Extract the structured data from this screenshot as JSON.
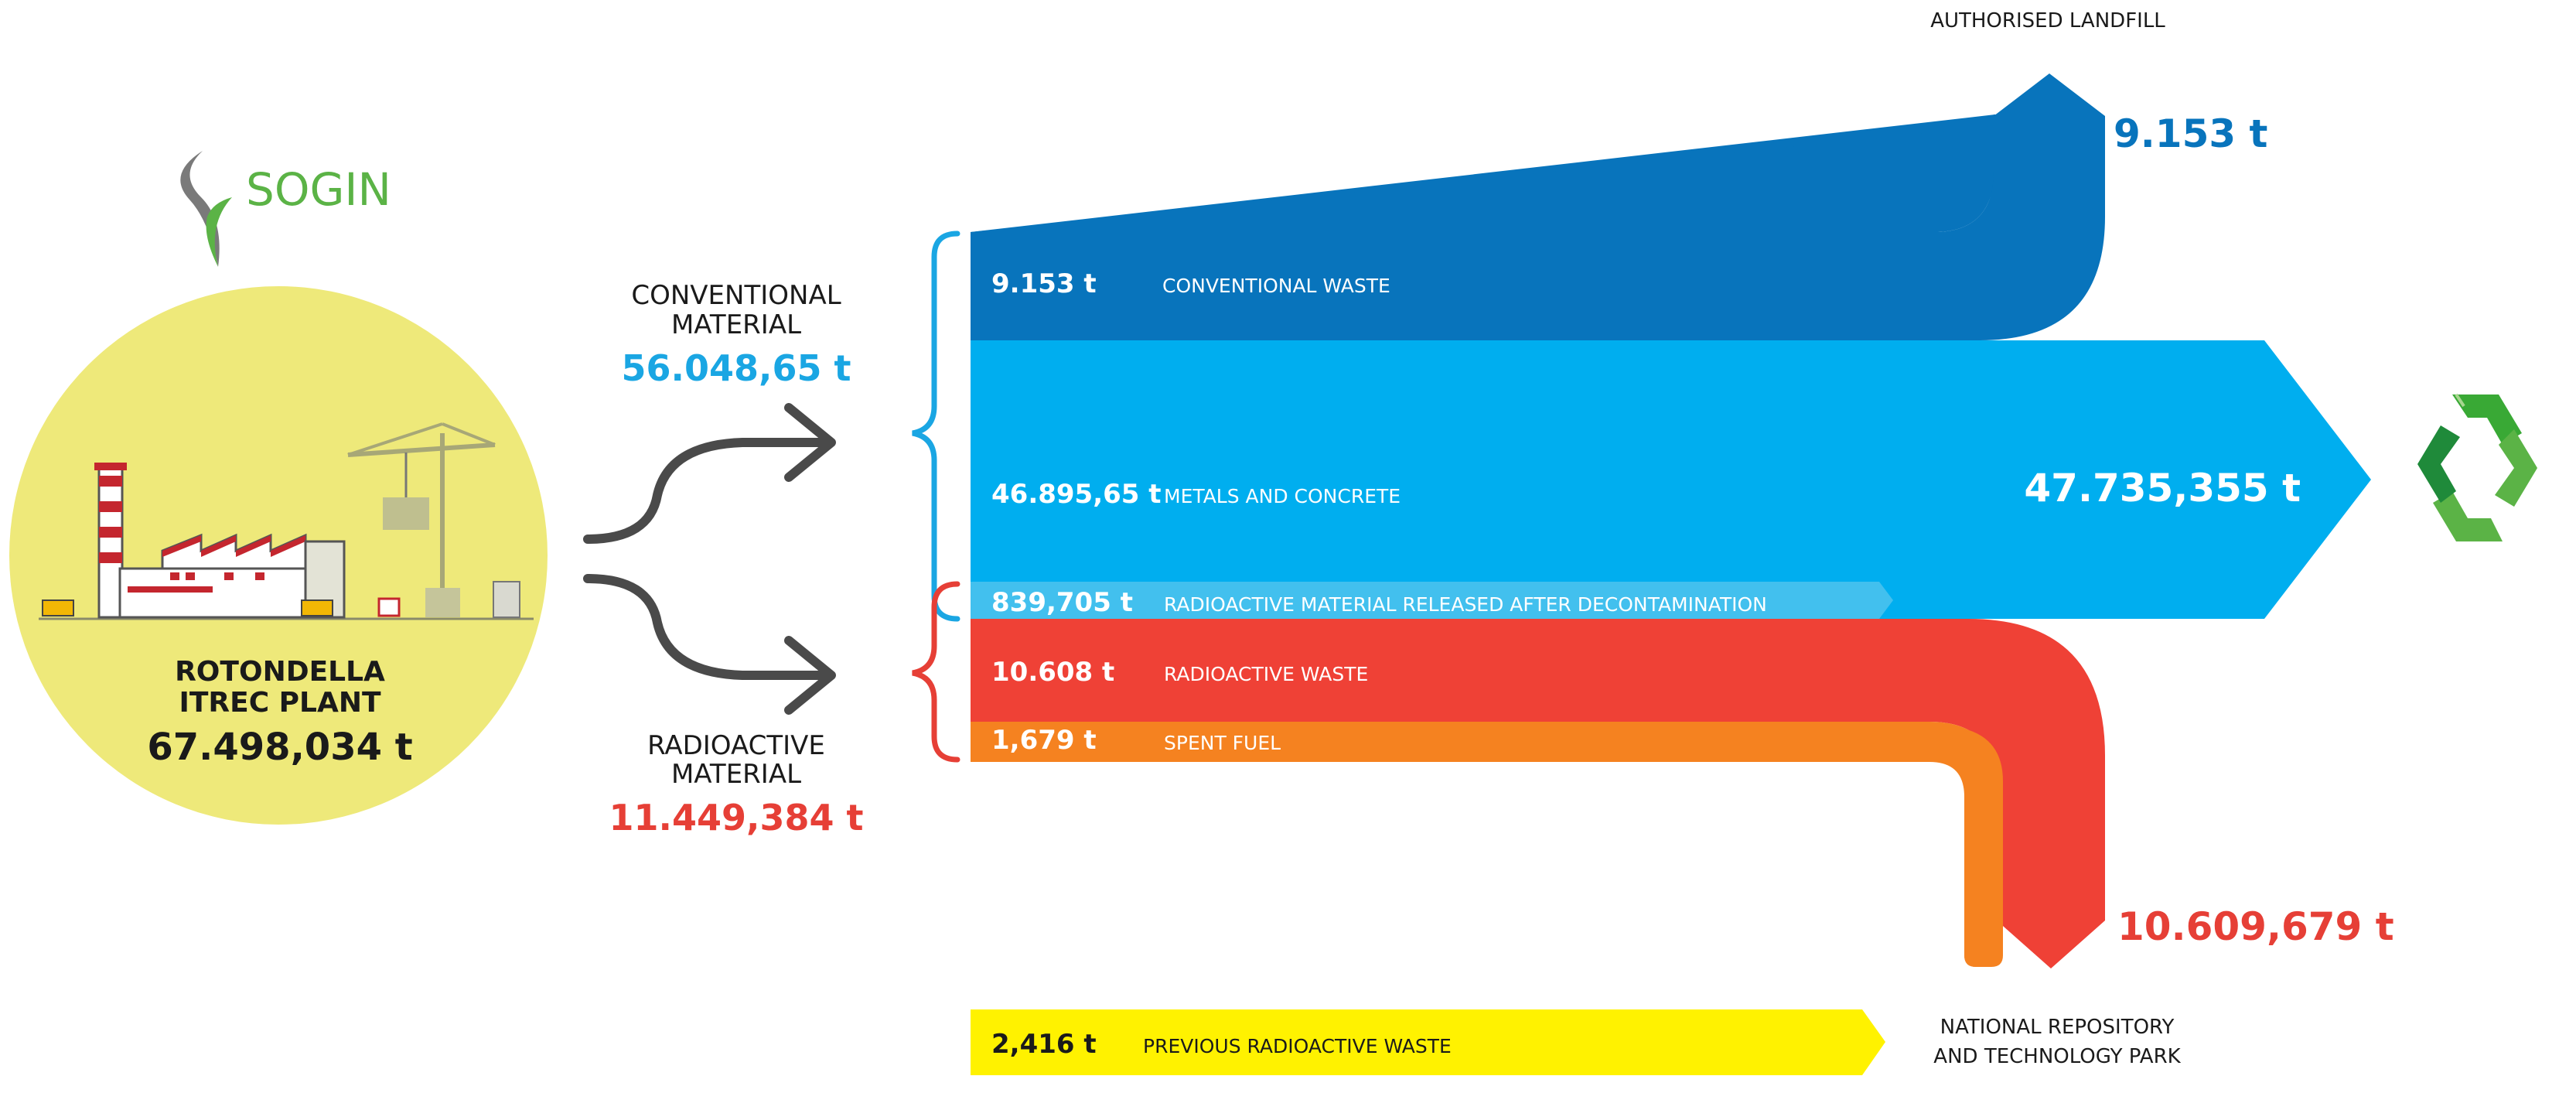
{
  "brand": {
    "name": "SOGIN",
    "color": "#5bb346"
  },
  "plant": {
    "name_line1": "ROTONDELLA",
    "name_line2": "ITREC PLANT",
    "total": "67.498,034 t",
    "circle_color": "#eee97a"
  },
  "conventional": {
    "label_line1": "CONVENTIONAL",
    "label_line2": "MATERIAL",
    "amount": "56.048,65 t",
    "color": "#1aa6e3"
  },
  "radioactive": {
    "label_line1": "RADIOACTIVE",
    "label_line2": "MATERIAL",
    "amount": "11.449,384 t",
    "color": "#e63f36"
  },
  "flows": [
    {
      "id": "conventional-waste",
      "amount": "9.153 t",
      "label": "CONVENTIONAL WASTE",
      "color": "#0874bc"
    },
    {
      "id": "metals-and-concrete",
      "amount": "46.895,65 t",
      "label": "METALS AND CONCRETE",
      "color": "#00aeef"
    },
    {
      "id": "released-after-decontamination",
      "amount": "839,705 t",
      "label": "RADIOACTIVE MATERIAL RELEASED AFTER DECONTAMINATION",
      "color": "#42c0ee"
    },
    {
      "id": "radioactive-waste",
      "amount": "10.608 t",
      "label": "RADIOACTIVE WASTE",
      "color": "#ef4136"
    },
    {
      "id": "spent-fuel",
      "amount": "1,679 t",
      "label": "SPENT FUEL",
      "color": "#f58220"
    },
    {
      "id": "previous-radioactive-waste",
      "amount": "2,416 t",
      "label": "PREVIOUS RADIOACTIVE WASTE",
      "color": "#fff200"
    }
  ],
  "destinations": {
    "landfill": {
      "label": "AUTHORISED LANDFILL",
      "amount": "9.153 t"
    },
    "recycling": {
      "amount": "47.735,355 t",
      "icon": "recycle-icon"
    },
    "repository": {
      "label_line1": "NATIONAL REPOSITORY",
      "label_line2": "AND TECHNOLOGY PARK",
      "amount": "10.609,679 t"
    }
  }
}
